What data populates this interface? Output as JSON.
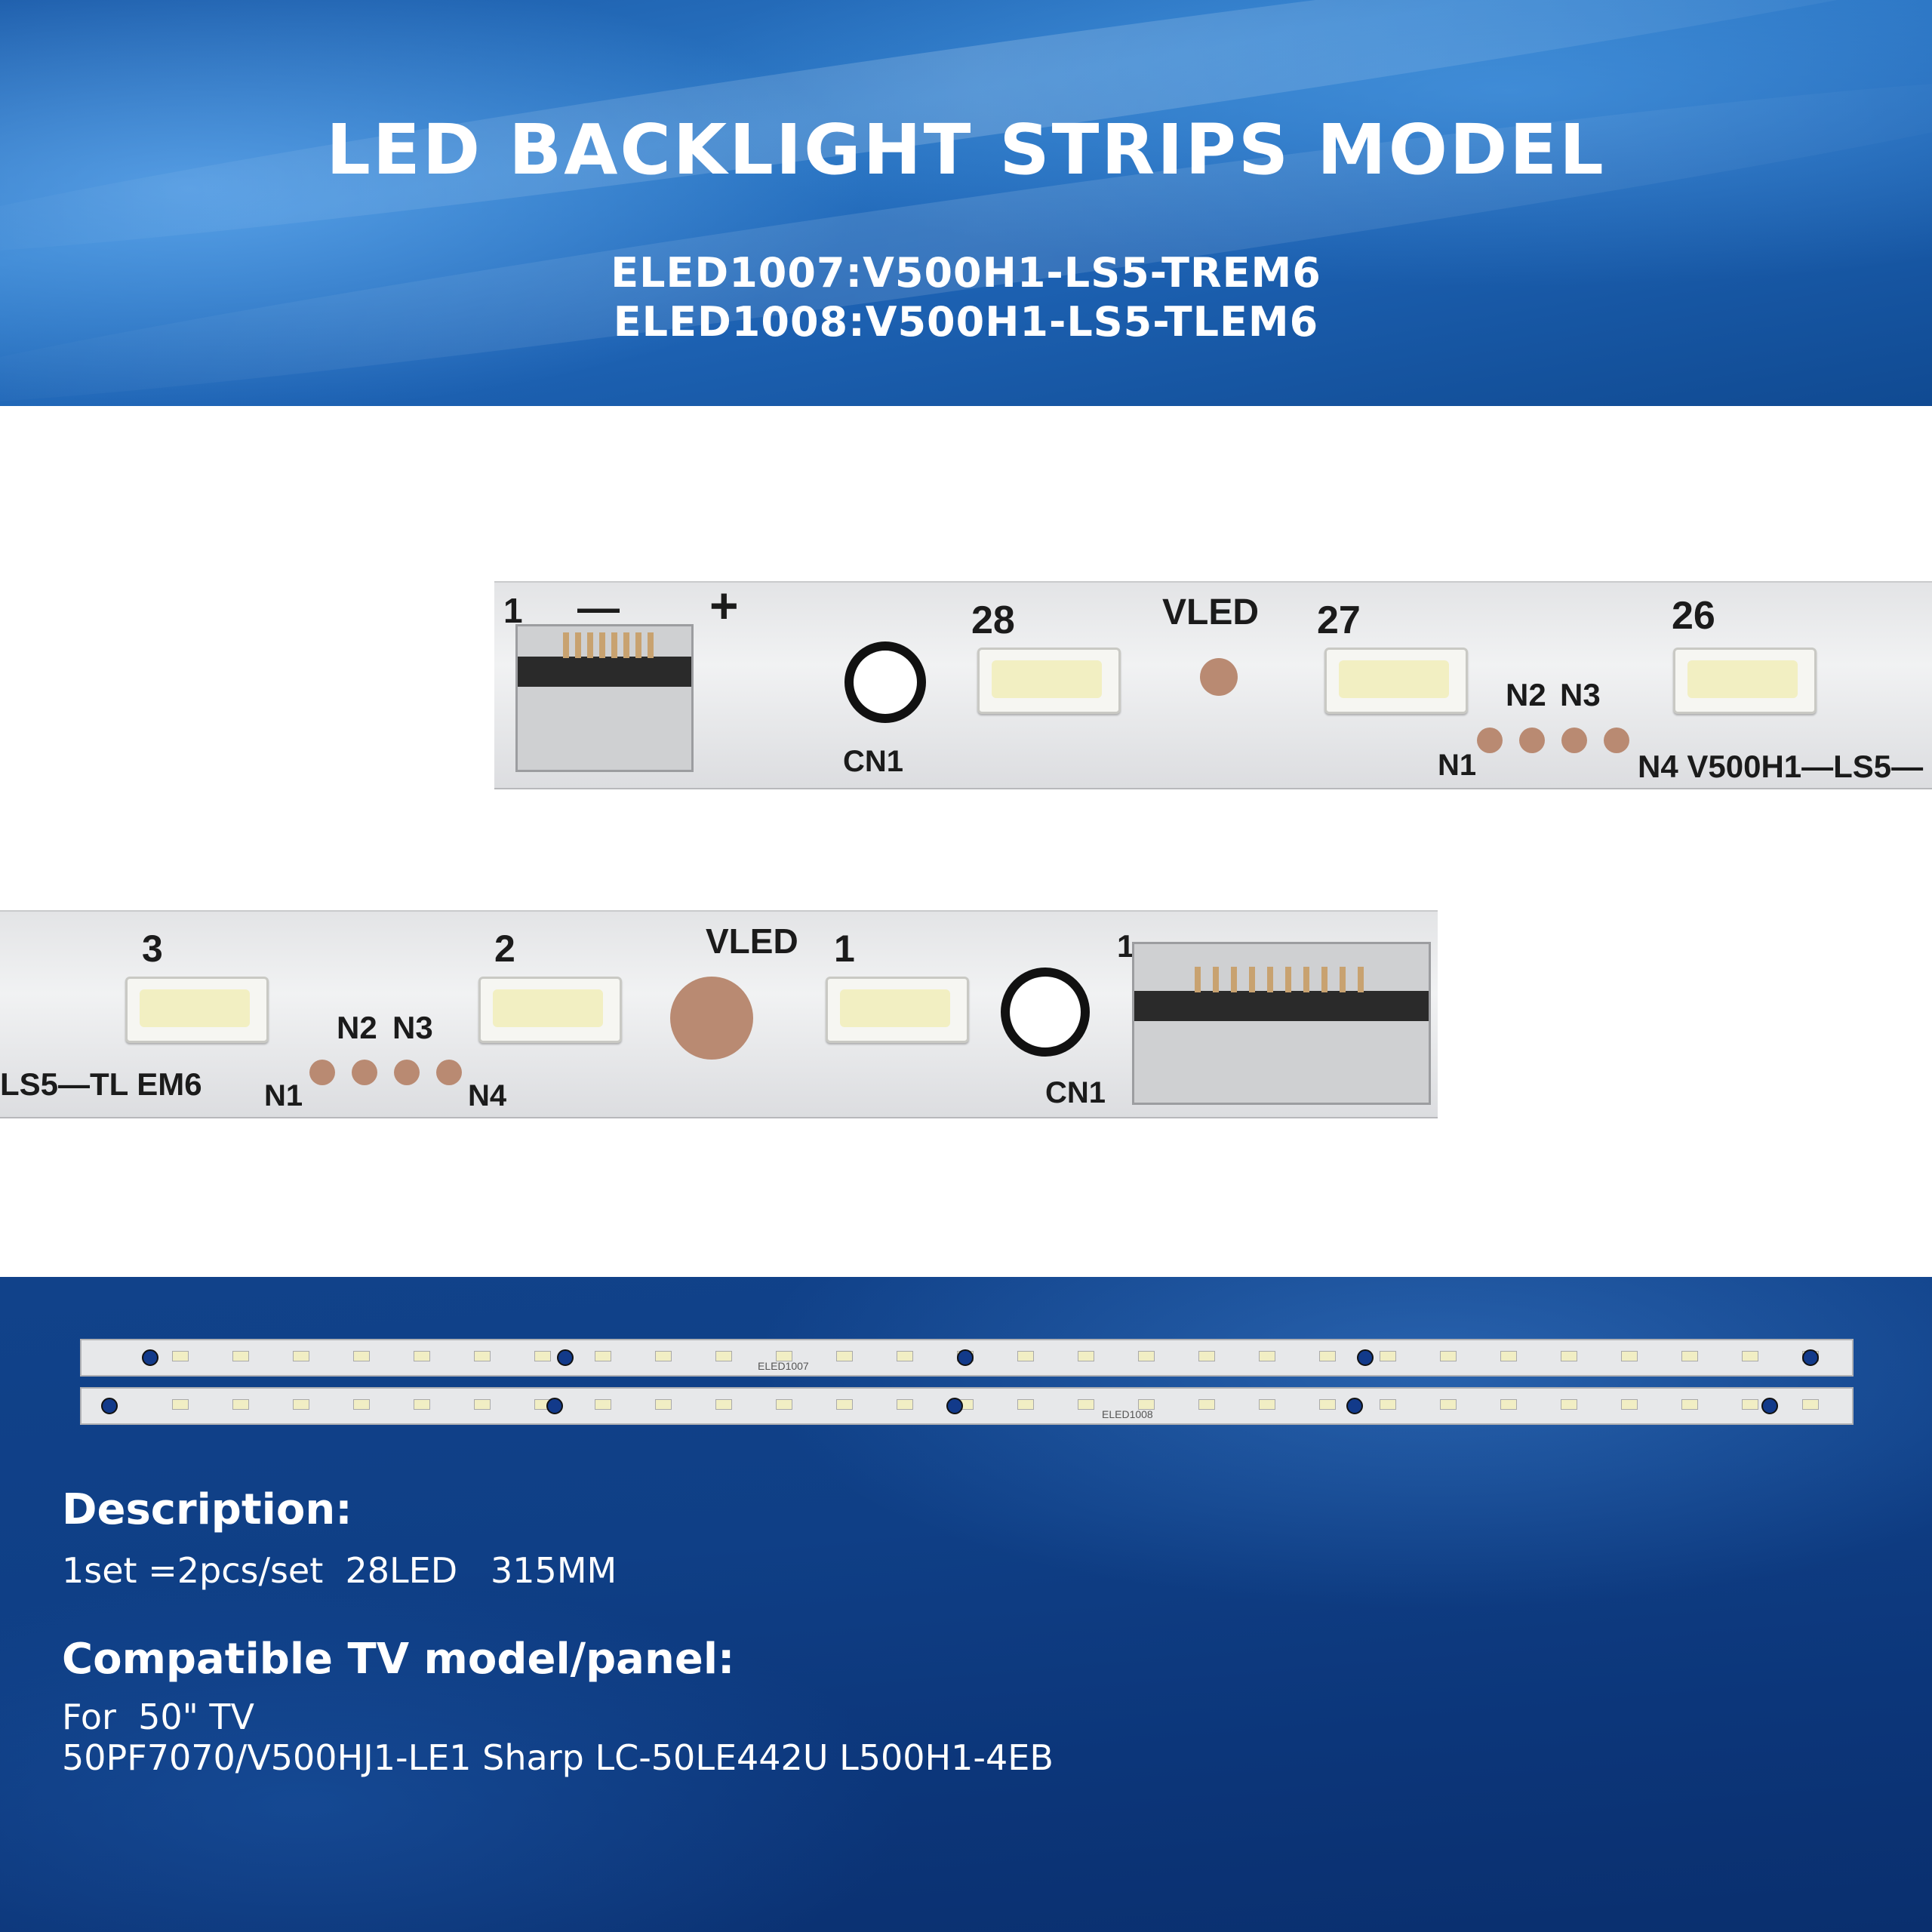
{
  "header": {
    "title": "LED BACKLIGHT STRIPS MODEL",
    "models": [
      "ELED1007:V500H1-LS5-TREM6",
      "ELED1008:V500H1-LS5-TLEM6"
    ]
  },
  "strip_top": {
    "pin1": "1",
    "minus": "—",
    "plus": "+",
    "led_numbers": [
      "28",
      "27",
      "26"
    ],
    "vled": "VLED",
    "cn1": "CN1",
    "n1": "N1",
    "n2": "N2",
    "n3": "N3",
    "n4_code": "N4 V500H1—LS5—"
  },
  "strip_bottom": {
    "led_numbers": [
      "3",
      "2",
      "1"
    ],
    "vled": "VLED",
    "pin1": "1",
    "n1": "N1",
    "n2": "N2",
    "n3": "N3",
    "n4": "N4",
    "code": "LS5—TL EM6",
    "cn1": "CN1"
  },
  "thumbs": {
    "top_label": "ELED1007",
    "bottom_label": "ELED1008"
  },
  "description": {
    "heading": "Description:",
    "text": "1set =2pcs/set  28LED   315MM"
  },
  "compatible": {
    "heading": "Compatible TV model/panel:",
    "line1": "For  50\" TV",
    "line2": "50PF7070/V500HJ1-LE1 Sharp LC-50LE442U L500H1-4EB"
  },
  "colors": {
    "header_blue": "#1d62b3",
    "lower_blue": "#0f3f86",
    "pcb": "#e3e4e6",
    "led_phosphor": "#f2efc2"
  }
}
